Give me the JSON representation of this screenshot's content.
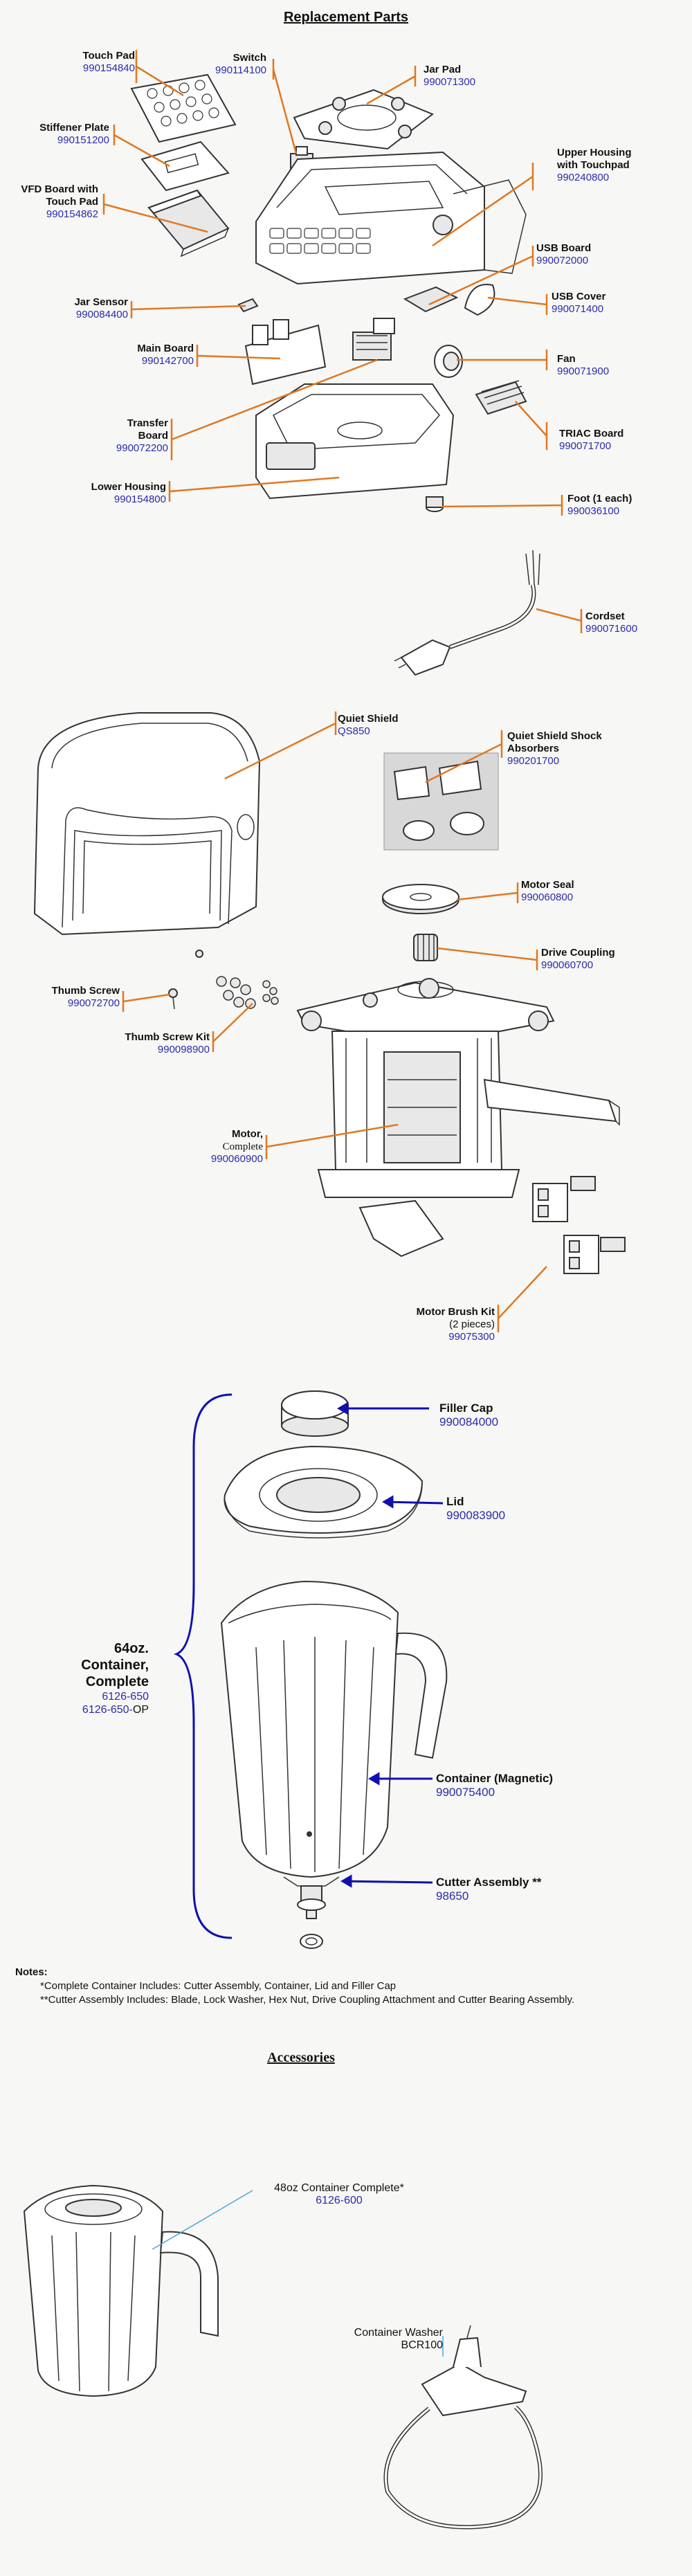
{
  "title": "Replacement Parts",
  "parts": {
    "touch_pad": {
      "name": "Touch Pad",
      "pn": "990154840"
    },
    "switch": {
      "name": "Switch",
      "pn": "990114100"
    },
    "jar_pad": {
      "name": "Jar Pad",
      "pn": "990071300"
    },
    "stiffener_plate": {
      "name": "Stiffener Plate",
      "pn": "990151200"
    },
    "upper_housing": {
      "name1": "Upper Housing",
      "name2": "with Touchpad",
      "pn": "990240800"
    },
    "vfd_board": {
      "name1": "VFD Board with",
      "name2": "Touch Pad",
      "pn": "990154862"
    },
    "usb_board": {
      "name": "USB Board",
      "pn": "990072000"
    },
    "jar_sensor": {
      "name": "Jar Sensor",
      "pn": "990084400"
    },
    "usb_cover": {
      "name": "USB Cover",
      "pn": "990071400"
    },
    "main_board": {
      "name": "Main Board",
      "pn": "990142700"
    },
    "fan": {
      "name": "Fan",
      "pn": "990071900"
    },
    "transfer_board": {
      "name1": "Transfer",
      "name2": "Board",
      "pn": "990072200"
    },
    "triac_board": {
      "name": "TRIAC Board",
      "pn": "990071700"
    },
    "lower_housing": {
      "name": "Lower Housing",
      "pn": "990154800"
    },
    "foot": {
      "name": "Foot (1 each)",
      "pn": "990036100"
    },
    "cordset": {
      "name": "Cordset",
      "pn": "990071600"
    },
    "quiet_shield": {
      "name": "Quiet Shield",
      "pn": "QS850"
    },
    "shock_absorbers": {
      "name1": "Quiet Shield Shock",
      "name2": "Absorbers",
      "pn": "990201700"
    },
    "motor_seal": {
      "name": "Motor Seal",
      "pn": "990060800"
    },
    "drive_coupling": {
      "name": "Drive Coupling",
      "pn": "990060700"
    },
    "thumb_screw": {
      "name": "Thumb Screw",
      "pn": "990072700"
    },
    "thumb_screw_kit": {
      "name": "Thumb Screw Kit",
      "pn": "990098900"
    },
    "motor": {
      "name1": "Motor,",
      "name2": "Complete",
      "pn": "990060900"
    },
    "motor_brush_kit": {
      "name": "Motor Brush Kit",
      "sub": "(2 pieces)",
      "pn": "99075300"
    },
    "filler_cap": {
      "name": "Filler Cap",
      "pn": "990084000"
    },
    "lid": {
      "name": "Lid",
      "pn": "990083900"
    },
    "container_complete": {
      "name1": "64oz.",
      "name2": "Container,",
      "name3": "Complete",
      "pn1": "6126-650",
      "pn2": "6126-650-",
      "pn2b": "OP"
    },
    "container_magnetic": {
      "name": "Container (Magnetic)",
      "pn": "990075400"
    },
    "cutter_assembly": {
      "name": "Cutter Assembly **",
      "pn": "98650"
    }
  },
  "notes": {
    "heading": "Notes:",
    "note1": "*Complete Container Includes: Cutter Assembly, Container, Lid and Filler Cap",
    "note2": "**Cutter Assembly Includes:  Blade, Lock Washer, Hex Nut, Drive Coupling Attachment and Cutter Bearing Assembly."
  },
  "accessories": {
    "title": "Accessories",
    "container48": {
      "name": "48oz Container Complete*",
      "pn": "6126-600"
    },
    "washer": {
      "name": "Container Washer",
      "pn": "BCR100"
    }
  },
  "colors": {
    "leader": "#e07820",
    "bracket": "#1010b0",
    "part_number": "#2a2ab0",
    "accessory_leader": "#4aa8d8"
  }
}
